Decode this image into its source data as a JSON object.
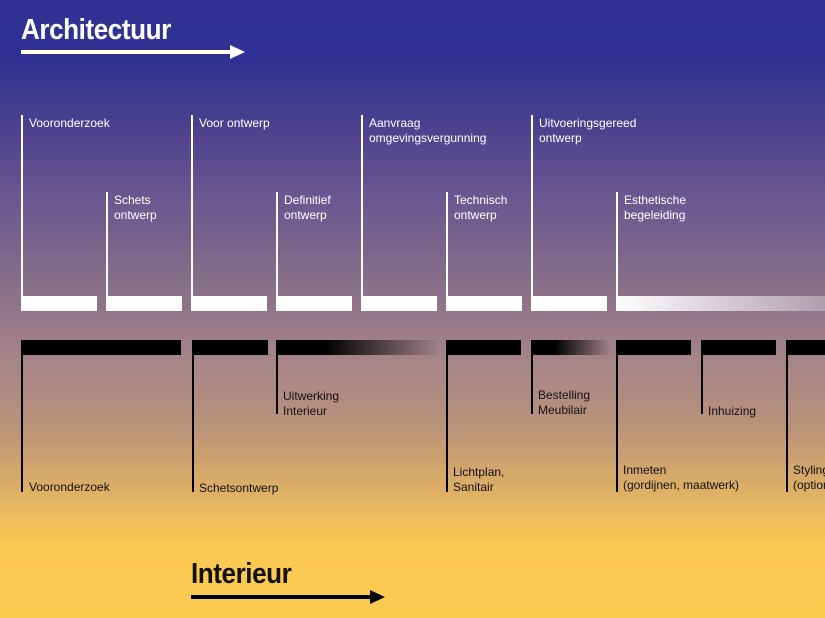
{
  "architectuur": {
    "title": "Architectuur",
    "phases": [
      {
        "line1": "Vooronderzoek",
        "line2": ""
      },
      {
        "line1": "Schets",
        "line2": "ontwerp"
      },
      {
        "line1": "Voor ontwerp",
        "line2": ""
      },
      {
        "line1": "Definitief",
        "line2": "ontwerp"
      },
      {
        "line1": "Aanvraag",
        "line2": "omgevingsvergunning"
      },
      {
        "line1": "Technisch",
        "line2": "ontwerp"
      },
      {
        "line1": "Uitvoeringsgereed",
        "line2": "ontwerp"
      },
      {
        "line1": "Esthetische",
        "line2": "begeleiding"
      }
    ]
  },
  "interieur": {
    "title": "Interieur",
    "phases": [
      {
        "line1": "Vooronderzoek",
        "line2": ""
      },
      {
        "line1": "Schetsontwerp",
        "line2": ""
      },
      {
        "line1": "Uitwerking",
        "line2": "Interieur"
      },
      {
        "line1": "Lichtplan,",
        "line2": "Sanitair"
      },
      {
        "line1": "Bestelling",
        "line2": "Meubilair"
      },
      {
        "line1": "Inmeten",
        "line2": "(gordijnen, maatwerk)"
      },
      {
        "line1": "Inhuizing",
        "line2": ""
      },
      {
        "line1": "Styling",
        "line2": "(optioneel)"
      }
    ]
  },
  "colors": {
    "top": "#2e3192",
    "bottom": "#fdca50"
  }
}
